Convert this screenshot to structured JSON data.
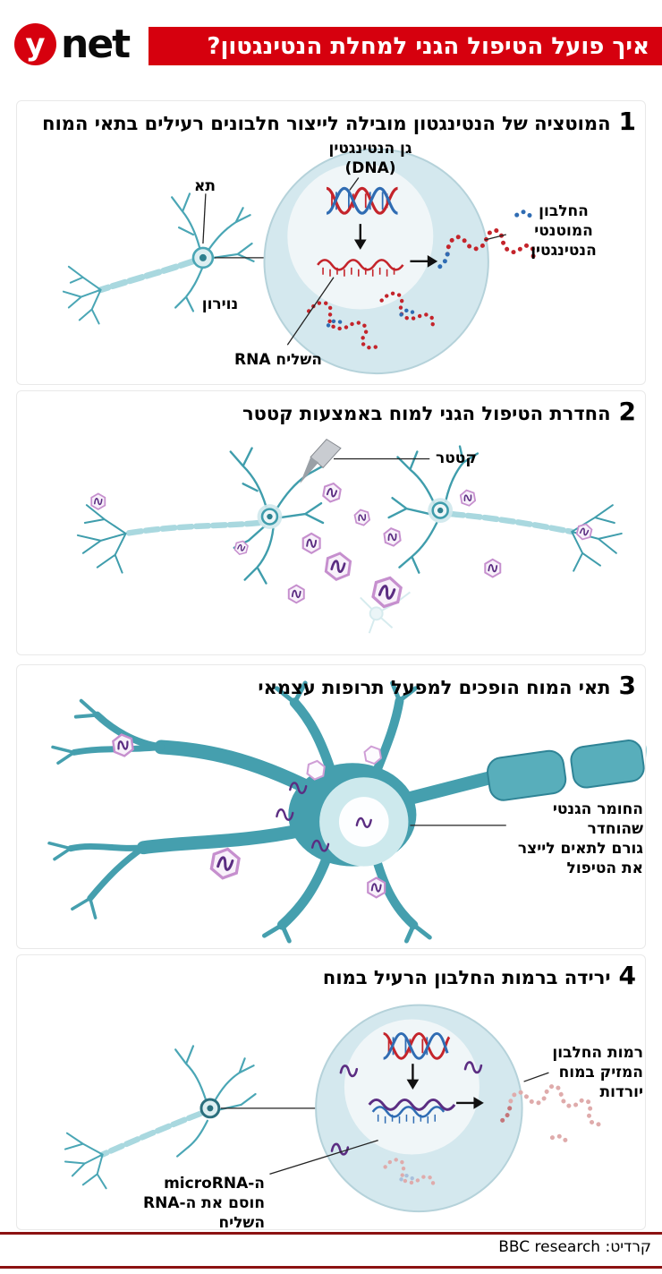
{
  "header": {
    "logo_y": "y",
    "logo_net": "net",
    "title": "איך פועל הטיפול הגני למחלת הנטינגטון?"
  },
  "panels": [
    {
      "number": "1",
      "title": "המוטציה של הנטינגטון מובילה לייצור חלבונים רעילים בתאי המוח",
      "labels": {
        "gene_line1": "גן הנטינגטין",
        "gene_line2": "(DNA)",
        "cell": "תא",
        "neuron": "נוירון",
        "mrna": "RNA השליח",
        "protein_line1": "החלבון",
        "protein_line2": "המוטנטי",
        "protein_line3": "הנטינגטין"
      },
      "illustrations": [
        "neuron",
        "cell-circle",
        "dna-helix",
        "messenger-rna",
        "mutant-protein-chain"
      ]
    },
    {
      "number": "2",
      "title": "החדרת הטיפול הגני למוח באמצעות קטטר",
      "labels": {
        "catheter": "קטטר"
      },
      "illustrations": [
        "catheter-needle",
        "neurons",
        "viral-vector-hexagons"
      ]
    },
    {
      "number": "3",
      "title": "תאי המוח הופכים למפעל תרופות עצמאי",
      "labels": {
        "factory_line1": "החומר הגנטי שהוחדר",
        "factory_line2": "גורם לתאים לייצר",
        "factory_line3": "את הטיפול"
      },
      "illustrations": [
        "brain-cell",
        "nucleus",
        "viral-vector-hexagons",
        "rna-squiggles",
        "axon-myelin"
      ]
    },
    {
      "number": "4",
      "title": "ירידה ברמות החלבון הרעיל במוח",
      "labels": {
        "levels_line1": "רמות החלבון",
        "levels_line2": "המזיק במוח",
        "levels_line3": "יורדות",
        "microrna_line1": "ה-microRNA",
        "microrna_line2": "חוסם את ה-RNA השליח"
      },
      "illustrations": [
        "neuron",
        "cell-circle",
        "dna-helix",
        "microrna-blocking-mrna",
        "faded-protein-chain"
      ]
    }
  ],
  "footer": {
    "credit": "קרדיט: BBC research"
  },
  "colors": {
    "brand_red": "#d6000e",
    "rule_maroon": "#8c1212",
    "neuron_teal": "#4aa6b5",
    "cell_light_blue": "#d4e8ee",
    "vector_purple": "#5b2d82",
    "vector_outline_pink": "#c68fce",
    "dna_red": "#c4242b",
    "dna_blue": "#2f6cb3"
  }
}
